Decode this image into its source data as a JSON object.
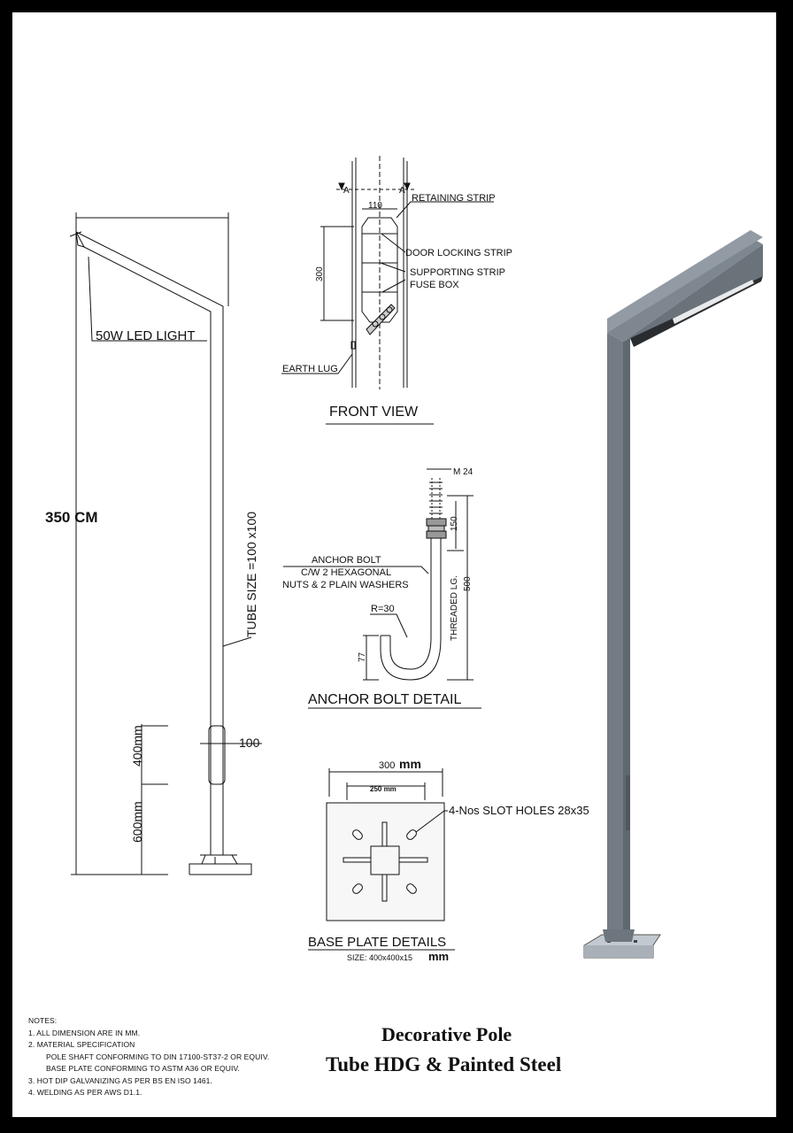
{
  "side_view": {
    "led_label": "50W LED LIGHT",
    "height_label": "350 CM",
    "tube_label": "TUBE SIZE =100 x100",
    "door_width": "100",
    "door_height": "400mm",
    "door_base": "600mm"
  },
  "front_view": {
    "section_mark": "A",
    "width_dim": "110",
    "height_dim": "300",
    "retaining": "RETAINING STRIP",
    "door_locking": "DOOR LOCKING STRIP",
    "supporting": "SUPPORTING STRIP",
    "fuse_box": "FUSE BOX",
    "earth_lug": "EARTH LUG",
    "title": "FRONT VIEW"
  },
  "anchor_bolt": {
    "size": "M 24",
    "thread_len": "150",
    "total_len": "500",
    "threaded_label": "THREADED LG.",
    "desc_line1": "ANCHOR BOLT",
    "desc_line2": "C/W 2 HEXAGONAL",
    "desc_line3": "NUTS & 2 PLAIN WASHERS",
    "radius": "R=30",
    "hook_dim": "77",
    "title": "ANCHOR BOLT DETAIL"
  },
  "base_plate": {
    "outer_dim": "300",
    "outer_unit": "mm",
    "inner_dim": "250 mm",
    "slot_label": "4-Nos SLOT HOLES 28x35",
    "title": "BASE PLATE DETAILS",
    "size_label": "SIZE: 400x400x15",
    "size_unit": "mm"
  },
  "notes": {
    "heading": "NOTES:",
    "line1": "1. ALL DIMENSION ARE IN MM.",
    "line2": "2. MATERIAL SPECIFICATION",
    "line3": "POLE SHAFT CONFORMING TO DIN 17100-ST37-2 OR EQUIV.",
    "line4": "BASE PLATE CONFORMING TO ASTM A36 OR EQUIV.",
    "line5": "3. HOT DIP GALVANIZING AS PER BS EN ISO 1461.",
    "line6": "4. WELDING AS PER AWS D1.1."
  },
  "title_block": {
    "line1": "Decorative Pole",
    "line2": "Tube HDG & Painted Steel"
  },
  "colors": {
    "pole_light": "#8c949c",
    "pole_dark": "#5f676f",
    "luminaire": "#2a2d30",
    "base_plate": "#b8bfc6"
  }
}
